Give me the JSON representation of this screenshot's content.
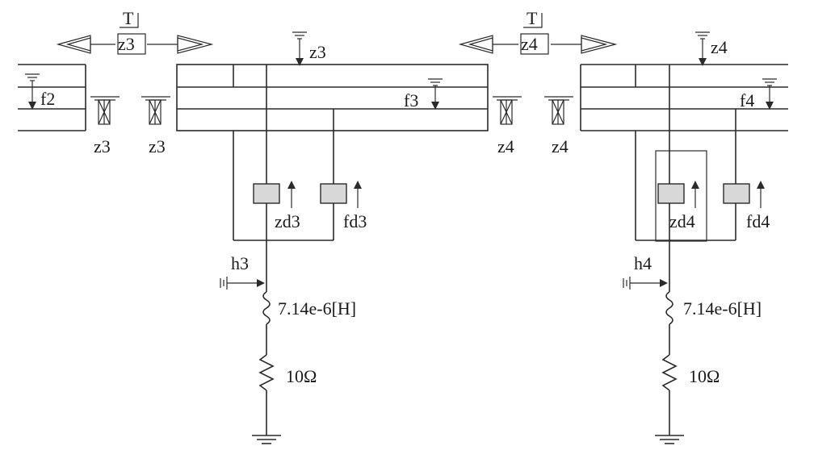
{
  "left_section": {
    "T_label": "T",
    "tower_label": "z3",
    "span_label_top": "z3",
    "span_label_prev": "f2",
    "span_label_f": "f3",
    "tower_left_a": "z3",
    "tower_left_b": "z3",
    "tower_right": "z4",
    "arrester_main": "zd3",
    "arrester_fault": "fd3",
    "injection_label": "h3",
    "inductance": "7.14e-6[H]",
    "resistance": "10Ω"
  },
  "right_section": {
    "T_label": "T",
    "tower_label": "z4",
    "span_label_top": "z4",
    "span_label_f": "f4",
    "tower_left": "z4",
    "arrester_main": "zd4",
    "arrester_fault": "fd4",
    "injection_label": "h4",
    "inductance": "7.14e-6[H]",
    "resistance": "10Ω"
  }
}
